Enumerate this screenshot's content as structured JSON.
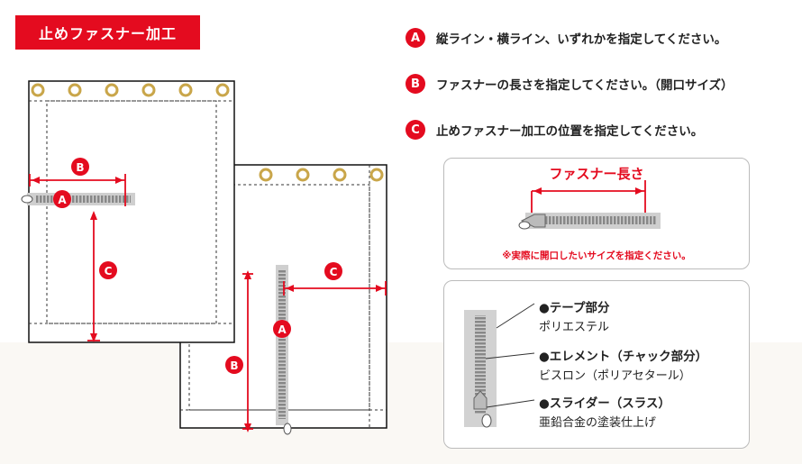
{
  "title": "止めファスナー加工",
  "labels": {
    "a": "A",
    "b": "B",
    "c": "C"
  },
  "instructions": [
    {
      "marker": "A",
      "text": "縦ライン・横ライン、いずれかを指定してください。"
    },
    {
      "marker": "B",
      "text": "ファスナーの長さを指定してください。（開口サイズ）"
    },
    {
      "marker": "C",
      "text": "止めファスナー加工の位置を指定してください。"
    }
  ],
  "length_panel": {
    "title": "ファスナー長さ",
    "note": "※実際に開口したいサイズを指定ください。"
  },
  "parts_panel": {
    "parts": [
      {
        "name": "●テープ部分",
        "material": "ポリエステル"
      },
      {
        "name": "●エレメント（チャック部分）",
        "material": "ビスロン（ポリアセタール）"
      },
      {
        "name": "●スライダー（スラス）",
        "material": "亜鉛合金の塗装仕上げ"
      }
    ]
  },
  "colors": {
    "accent": "#e40b1f",
    "line": "#111111",
    "grommet": "#c9a64a",
    "zipper": "#c8c8c8"
  }
}
